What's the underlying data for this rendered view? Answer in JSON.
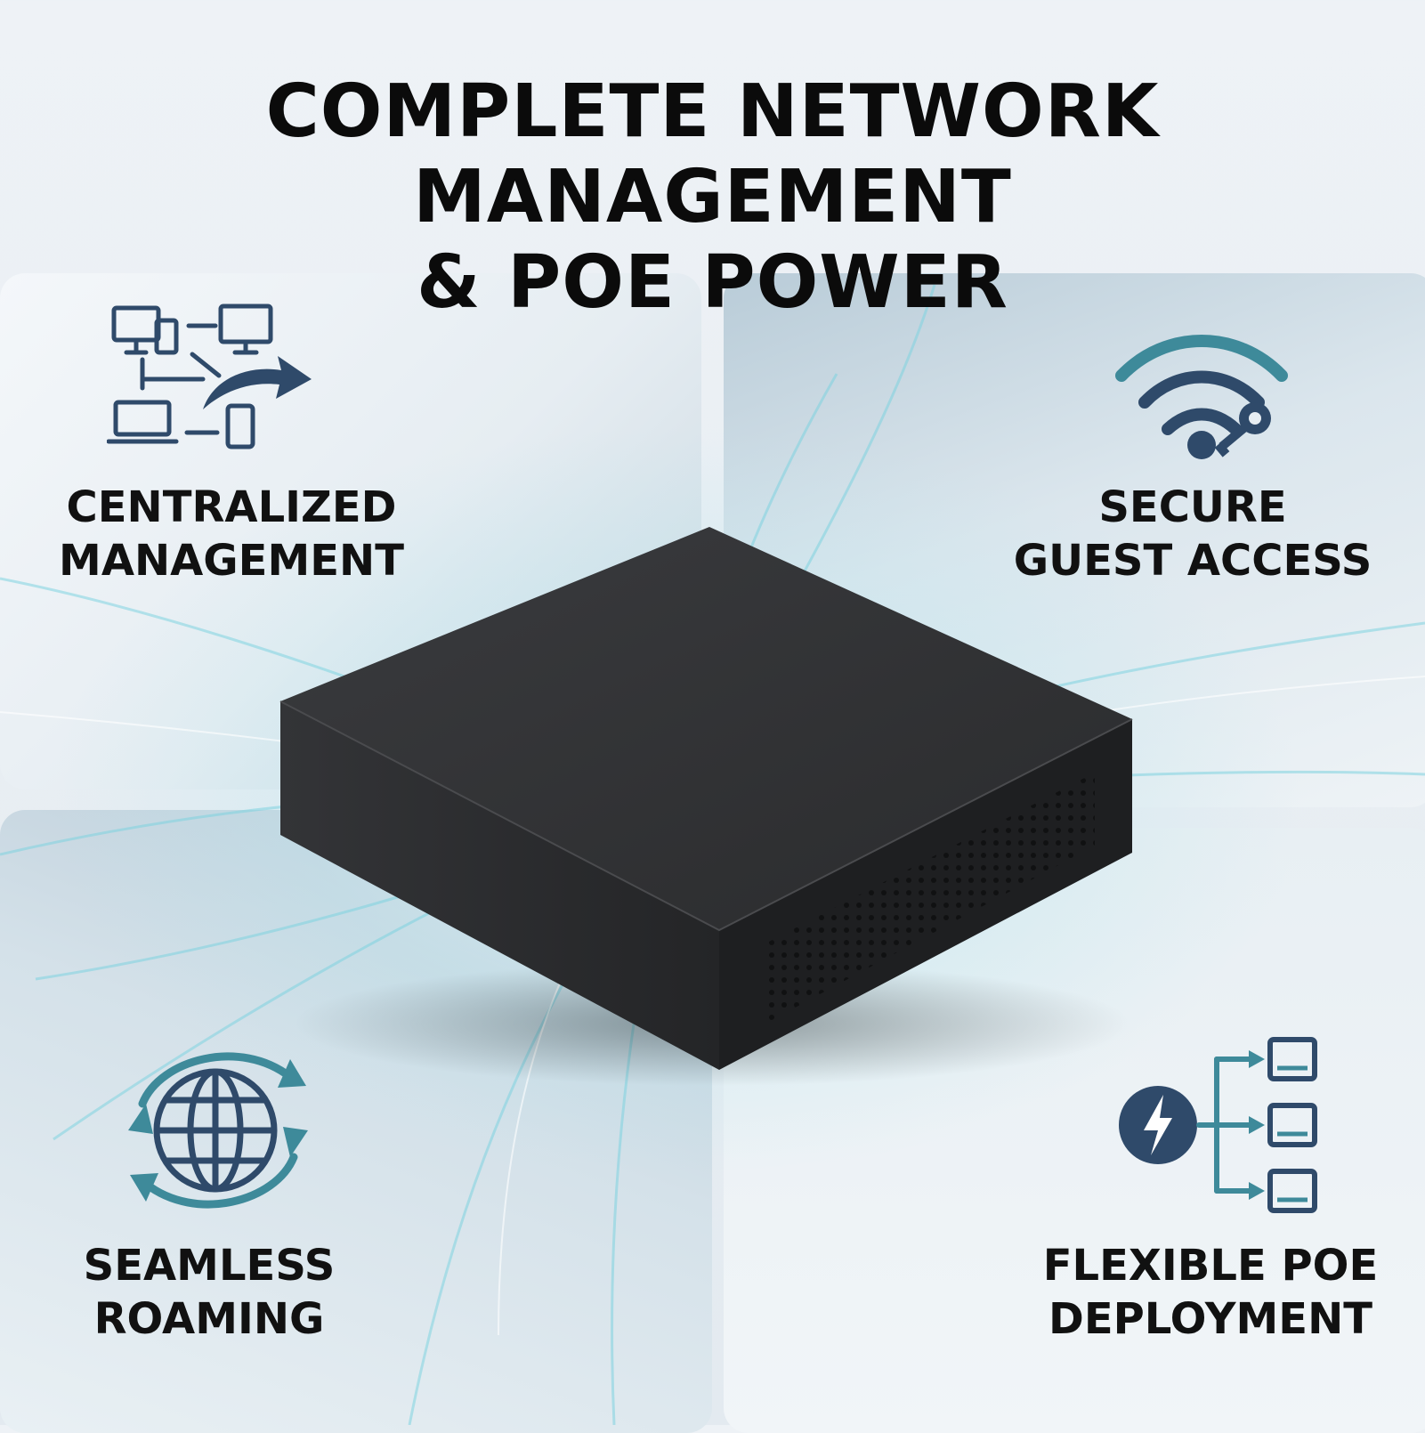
{
  "header": {
    "title_line1": "COMPLETE NETWORK MANAGEMENT",
    "title_line2": "& POE POWER"
  },
  "features": [
    {
      "line1": "CENTRALIZED",
      "line2": "MANAGEMENT",
      "icon": "network-devices-icon"
    },
    {
      "line1": "SECURE",
      "line2": "GUEST ACCESS",
      "icon": "wifi-key-icon"
    },
    {
      "line1": "SEAMLESS",
      "line2": "ROAMING",
      "icon": "globe-arrows-icon"
    },
    {
      "line1": "FLEXIBLE POE",
      "line2": "DEPLOYMENT",
      "icon": "poe-lightning-icon"
    }
  ],
  "colors": {
    "icon_dark": "#2f4a6a",
    "icon_teal": "#3e8a9a",
    "device": "#2c2d2f"
  }
}
